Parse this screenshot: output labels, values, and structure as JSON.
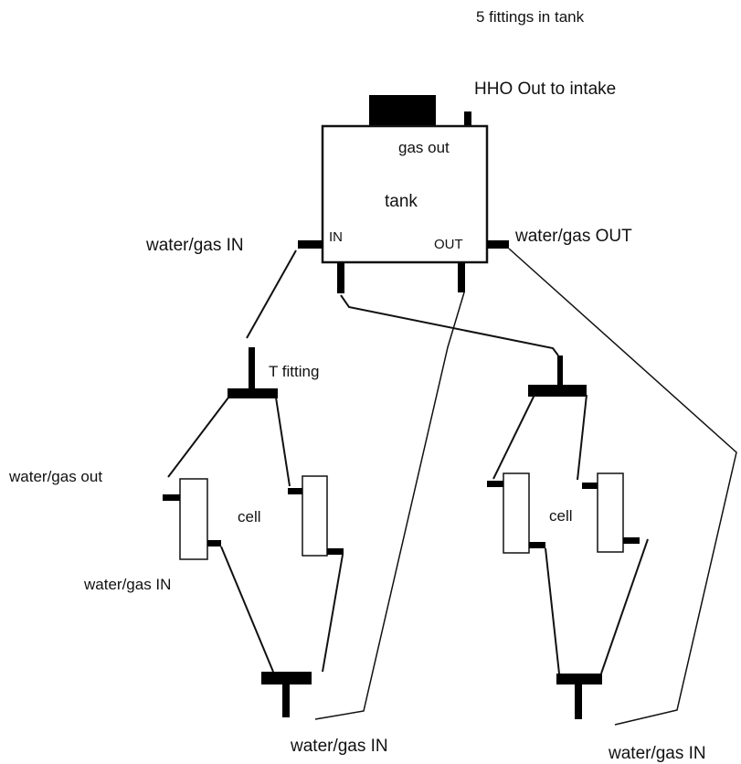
{
  "labels": {
    "title": "5 fittings in tank",
    "hho_out": "HHO Out to intake",
    "gas_out": "gas out",
    "tank": "tank",
    "tank_in": "IN",
    "tank_out": "OUT",
    "water_gas_in_left": "water/gas  IN",
    "water_gas_out_right": "water/gas  OUT",
    "t_fitting": "T fitting",
    "water_gas_out_cell": "water/gas out",
    "cell_left": "cell",
    "cell_right": "cell",
    "water_gas_in_cell": "water/gas IN",
    "water_gas_in_bottom_left": "water/gas IN",
    "water_gas_in_bottom_right": "water/gas IN"
  },
  "colors": {
    "line": "#111111",
    "fitting": "#000000",
    "background": "#ffffff"
  }
}
